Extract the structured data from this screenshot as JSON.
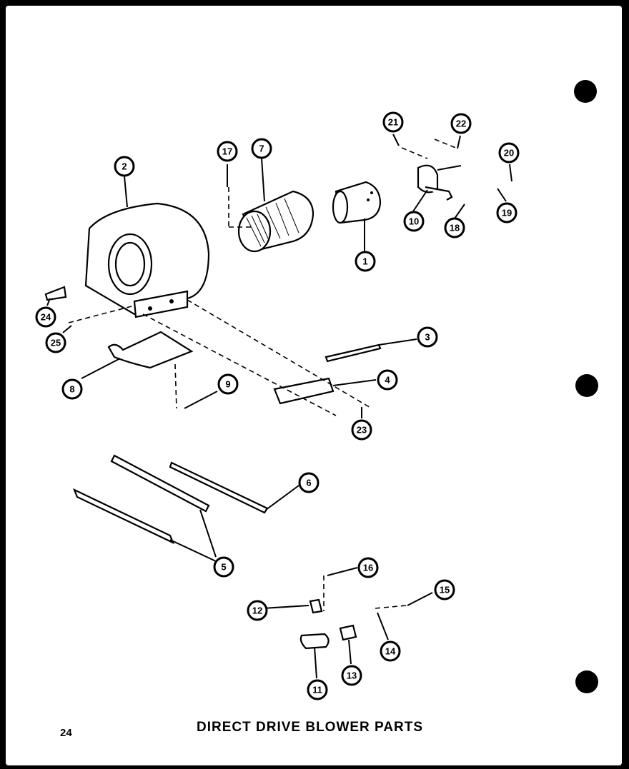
{
  "title": "DIRECT DRIVE BLOWER PARTS",
  "page_number": "24",
  "callouts": {
    "c1": "1",
    "c2": "2",
    "c3": "3",
    "c4": "4",
    "c5": "5",
    "c6": "6",
    "c7": "7",
    "c8": "8",
    "c9": "9",
    "c10": "10",
    "c11": "11",
    "c12": "12",
    "c13": "13",
    "c14": "14",
    "c15": "15",
    "c16": "16",
    "c17": "17",
    "c18": "18",
    "c19": "19",
    "c20": "20",
    "c21": "21",
    "c22": "22",
    "c23": "23",
    "c24": "24",
    "c25": "25"
  }
}
